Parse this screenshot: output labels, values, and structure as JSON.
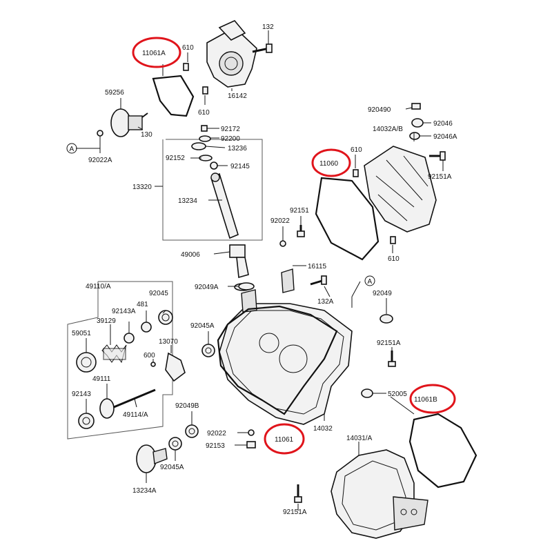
{
  "labels": {
    "p11061A": "11061A",
    "p610a": "610",
    "p132": "132",
    "p16142": "16142",
    "p610b": "610",
    "p59256": "59256",
    "p130": "130",
    "p92022A": "92022A",
    "markerA1": "A",
    "p92172": "92172",
    "p92200": "92200",
    "p13236": "13236",
    "p92152": "92152",
    "p92145": "92145",
    "p13320": "13320",
    "p13234": "13234",
    "p92049O": "920490",
    "p92046": "92046",
    "p14032AB": "14032A/B",
    "p92046A": "92046A",
    "p11060": "11060",
    "p610c": "610",
    "p92151Aa": "92151A",
    "p92151": "92151",
    "p92022a": "92022",
    "p610d": "610",
    "p49006": "49006",
    "p16115": "16115",
    "p49110A": "49110/A",
    "p92045a": "92045",
    "p92143A": "92143A",
    "p481": "481",
    "p39129": "39129",
    "p92049A": "92049A",
    "p132A": "132A",
    "markerA2": "A",
    "p92049": "92049",
    "p92045A": "92045A",
    "p59051": "59051",
    "p13070": "13070",
    "p92151Ab": "92151A",
    "p600": "600",
    "p49111": "49111",
    "p52005": "52005",
    "p11061B": "11061B",
    "p92143": "92143",
    "p49114A": "49114/A",
    "p92049B": "92049B",
    "p14032": "14032",
    "p92022b": "92022",
    "p11061": "11061",
    "p92153": "92153",
    "p14031A": "14031/A",
    "p92045Ab": "92045A",
    "p13234A": "13234A",
    "p92151Ac": "92151A"
  },
  "colors": {
    "highlight": "#e0141b",
    "line": "#111111"
  }
}
